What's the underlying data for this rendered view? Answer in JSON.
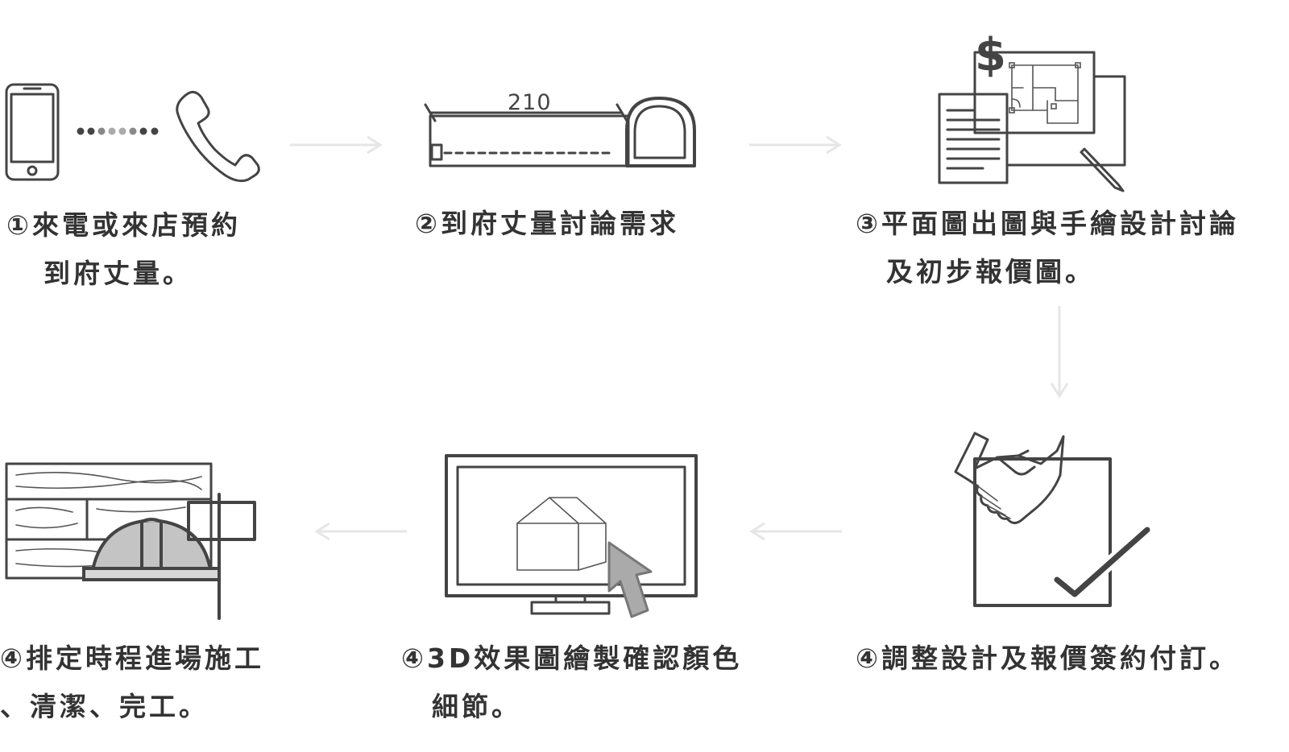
{
  "steps": [
    {
      "id": "reserve",
      "lines": [
        "①來電或來店預約",
        "到府丈量。"
      ],
      "icon": "phone-call-icon"
    },
    {
      "id": "measure",
      "lines": [
        "②到府丈量討論需求"
      ],
      "icon": "tape-measure-icon",
      "measure_label": "210"
    },
    {
      "id": "floorplan",
      "lines": [
        "③平面圖出圖與手繪設計討論",
        "及初步報價圖。"
      ],
      "icon": "floorplan-quote-icon",
      "currency_symbol": "$"
    },
    {
      "id": "contract",
      "lines": [
        "④調整設計及報價簽約付訂。"
      ],
      "icon": "handshake-check-icon"
    },
    {
      "id": "render",
      "lines": [
        "④3D效果圖繪製確認顏色",
        "細節。"
      ],
      "icon": "monitor-3d-icon"
    },
    {
      "id": "construction",
      "lines": [
        "④排定時程進場施工",
        "、清潔、完工。"
      ],
      "icon": "construction-helmet-icon"
    }
  ],
  "colors": {
    "line": "#444444",
    "gray_fill": "#c4c4c4",
    "text": "#333333",
    "arrow": "#e6e6e6"
  }
}
